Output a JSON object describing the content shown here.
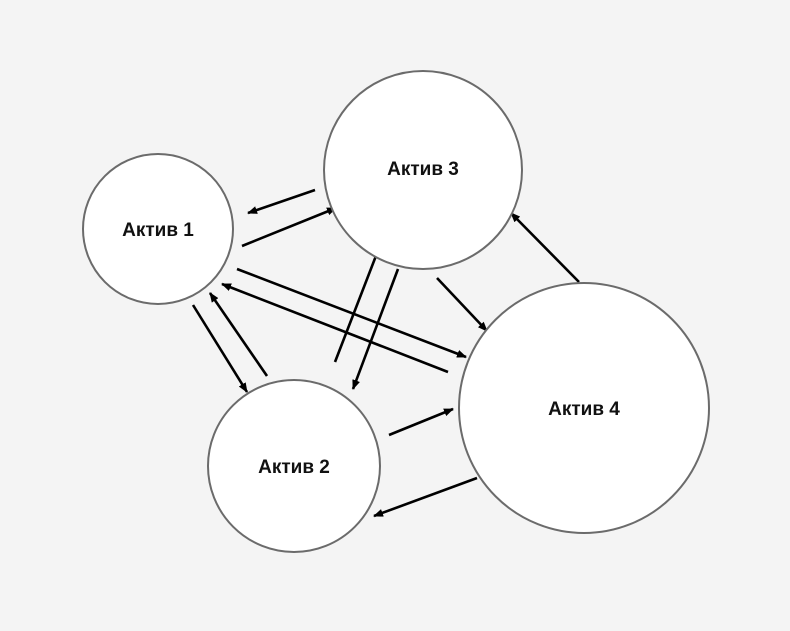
{
  "diagram": {
    "colors": {
      "background": "#f4f4f4",
      "node_fill": "#ffffff",
      "node_stroke": "#6b6b6b",
      "arrow": "#000000",
      "text": "#111111"
    },
    "nodes": [
      {
        "id": "n1",
        "label": "Актив 1"
      },
      {
        "id": "n2",
        "label": "Актив 2"
      },
      {
        "id": "n3",
        "label": "Актив 3"
      },
      {
        "id": "n4",
        "label": "Актив 4"
      }
    ],
    "edges": [
      {
        "from": "n3",
        "to": "n1"
      },
      {
        "from": "n1",
        "to": "n3"
      },
      {
        "from": "n1",
        "to": "n2"
      },
      {
        "from": "n2",
        "to": "n1"
      },
      {
        "from": "n1",
        "to": "n4"
      },
      {
        "from": "n4",
        "to": "n1"
      },
      {
        "from": "n2",
        "to": "n3"
      },
      {
        "from": "n3",
        "to": "n2"
      },
      {
        "from": "n3",
        "to": "n4"
      },
      {
        "from": "n4",
        "to": "n3"
      },
      {
        "from": "n2",
        "to": "n4"
      },
      {
        "from": "n4",
        "to": "n2"
      }
    ]
  }
}
